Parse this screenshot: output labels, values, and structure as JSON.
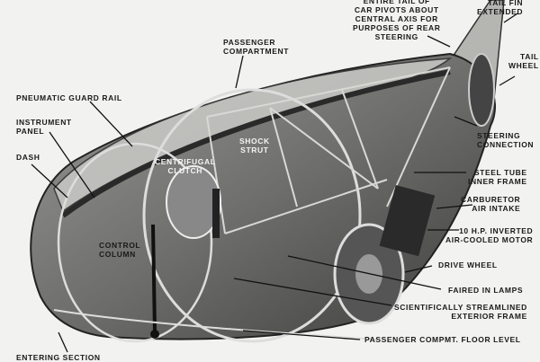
{
  "labels": {
    "tail_pivot": "ENTIRE TAIL OF\nCAR PIVOTS ABOUT\nCENTRAL AXIS FOR\nPURPOSES OF REAR\nSTEERING",
    "fin_extended": "TAIL FIN\nEXTENDED",
    "tail_wheel": "TAIL\nWHEEL",
    "passenger_compartment": "PASSENGER\nCOMPARTMENT",
    "pneumatic_guard_rail": "PNEUMATIC GUARD RAIL",
    "instrument_panel": "INSTRUMENT\nPANEL",
    "dash": "DASH",
    "shock_strut": "SHOCK\nSTRUT",
    "centrifugal_clutch": "CENTRIFUGAL\nCLUTCH",
    "steering_connection": "STEERING\nCONNECTION",
    "steel_tube_inner_frame": "STEEL TUBE\nINNER FRAME",
    "carburetor_air_intake": "CARBURETOR\nAIR INTAKE",
    "motor": "10 H.P. INVERTED\nAIR-COOLED MOTOR",
    "control_column": "CONTROL\nCOLUMN",
    "drive_wheel": "DRIVE WHEEL",
    "faired_in_lamps": "FAIRED IN LAMPS",
    "exterior_frame": "SCIENTIFICALLY STREAMLINED\nEXTERIOR FRAME",
    "floor_level": "PASSENGER COMPMT. FLOOR LEVEL",
    "entering_section": "ENTERING SECTION"
  }
}
